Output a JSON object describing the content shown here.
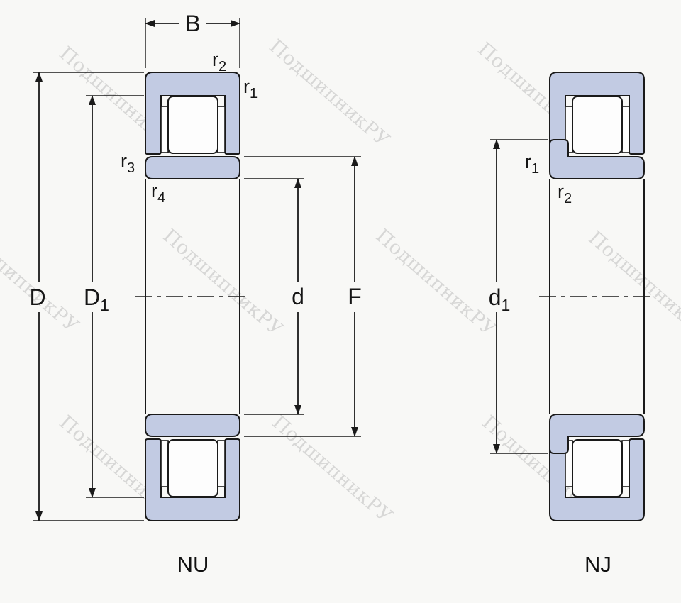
{
  "colors": {
    "background": "#f8f8f6",
    "ring_fill": "#c2cbe3",
    "line": "#1a1a1a",
    "watermark": "#bdbdbd"
  },
  "watermark": {
    "text": "ПодшипникРУ"
  },
  "left_diagram": {
    "name": "NU",
    "labels": {
      "B": "B",
      "D": "D",
      "D1_main": "D",
      "D1_sub": "1",
      "d": "d",
      "F": "F",
      "r1_main": "r",
      "r1_sub": "1",
      "r2_main": "r",
      "r2_sub": "2",
      "r3_main": "r",
      "r3_sub": "3",
      "r4_main": "r",
      "r4_sub": "4"
    }
  },
  "right_diagram": {
    "name": "NJ",
    "labels": {
      "d1_main": "d",
      "d1_sub": "1",
      "r1_main": "r",
      "r1_sub": "1",
      "r2_main": "r",
      "r2_sub": "2"
    }
  }
}
